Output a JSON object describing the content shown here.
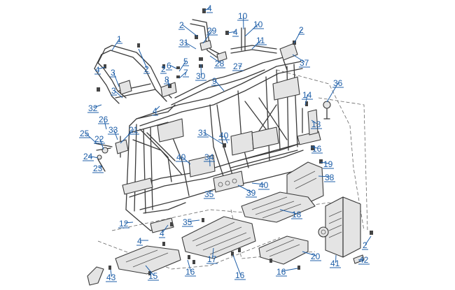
{
  "accent_color": "#1f5fa8",
  "callouts": [
    {
      "label": "1"
    },
    {
      "label": "2"
    },
    {
      "label": "3"
    },
    {
      "label": "3"
    },
    {
      "label": "4"
    },
    {
      "label": "2"
    },
    {
      "label": "6"
    },
    {
      "label": "5"
    },
    {
      "label": "7"
    },
    {
      "label": "8"
    },
    {
      "label": "32"
    },
    {
      "label": "4"
    },
    {
      "label": "26"
    },
    {
      "label": "33"
    },
    {
      "label": "21"
    },
    {
      "label": "25"
    },
    {
      "label": "22"
    },
    {
      "label": "24"
    },
    {
      "label": "23"
    },
    {
      "label": "4"
    },
    {
      "label": "2"
    },
    {
      "label": "29"
    },
    {
      "label": "4"
    },
    {
      "label": "31"
    },
    {
      "label": "10"
    },
    {
      "label": "10"
    },
    {
      "label": "11"
    },
    {
      "label": "30"
    },
    {
      "label": "28"
    },
    {
      "label": "27"
    },
    {
      "label": "9"
    },
    {
      "label": "2"
    },
    {
      "label": "37"
    },
    {
      "label": "36"
    },
    {
      "label": "14"
    },
    {
      "label": "13"
    },
    {
      "label": "16"
    },
    {
      "label": "19"
    },
    {
      "label": "31"
    },
    {
      "label": "40"
    },
    {
      "label": "40"
    },
    {
      "label": "34"
    },
    {
      "label": "38"
    },
    {
      "label": "35"
    },
    {
      "label": "39"
    },
    {
      "label": "40"
    },
    {
      "label": "18"
    },
    {
      "label": "12"
    },
    {
      "label": "35"
    },
    {
      "label": "4"
    },
    {
      "label": "4"
    },
    {
      "label": "17"
    },
    {
      "label": "16"
    },
    {
      "label": "16"
    },
    {
      "label": "15"
    },
    {
      "label": "43"
    },
    {
      "label": "16"
    },
    {
      "label": "20"
    },
    {
      "label": "2"
    },
    {
      "label": "41"
    },
    {
      "label": "42"
    }
  ]
}
